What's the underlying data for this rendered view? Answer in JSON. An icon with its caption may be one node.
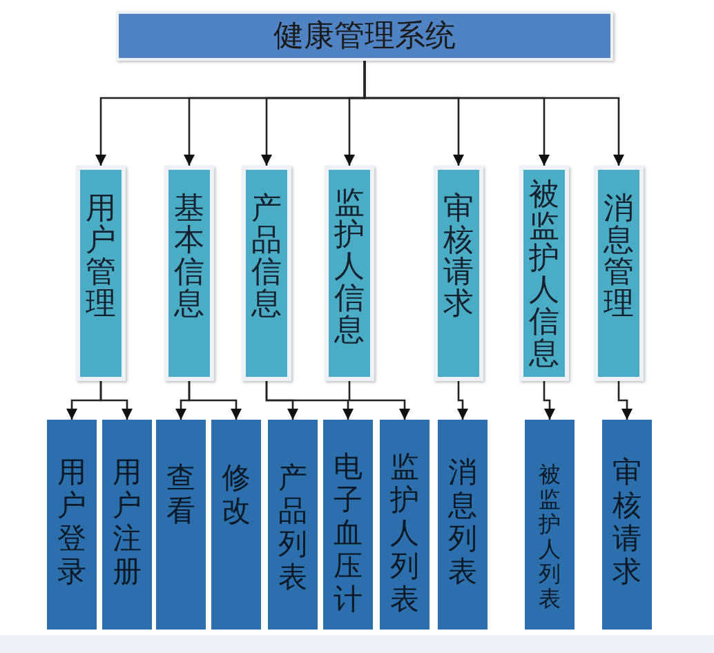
{
  "diagram": {
    "nodes": [
      {
        "text": [
          "健康管理系统"
        ]
      },
      {
        "text": [
          "用户管理"
        ]
      },
      {
        "text": [
          "基本信息"
        ]
      },
      {
        "text": [
          "产品信息"
        ]
      },
      {
        "text": [
          "监护人信息"
        ]
      },
      {
        "text": [
          "审核请求"
        ]
      },
      {
        "text": [
          "被监护人信息"
        ]
      },
      {
        "text": [
          "消息管理"
        ]
      },
      {
        "text": [
          "用户登录"
        ]
      },
      {
        "text": [
          "用户注册"
        ]
      },
      {
        "text": [
          "查看"
        ]
      },
      {
        "text": [
          "修改"
        ]
      },
      {
        "text": [
          "产品列表"
        ]
      },
      {
        "text": [
          "电子血压计"
        ]
      },
      {
        "text": [
          "监护人列表"
        ]
      },
      {
        "text": [
          "消息列表"
        ]
      },
      {
        "text": [
          "被监护人列表"
        ]
      },
      {
        "text": [
          "审核请求"
        ]
      }
    ],
    "edges": [
      {
        "from": 0,
        "to": 1,
        "arrow": "to"
      },
      {
        "from": 0,
        "to": 2,
        "arrow": "to"
      },
      {
        "from": 0,
        "to": 3,
        "arrow": "to"
      },
      {
        "from": 0,
        "to": 4,
        "arrow": "to"
      },
      {
        "from": 0,
        "to": 5,
        "arrow": "to"
      },
      {
        "from": 0,
        "to": 6,
        "arrow": "to"
      },
      {
        "from": 0,
        "to": 7,
        "arrow": "to"
      },
      {
        "from": 1,
        "to": 8,
        "arrow": "to"
      },
      {
        "from": 1,
        "to": 9,
        "arrow": "to"
      },
      {
        "from": 2,
        "to": 10,
        "arrow": "to"
      },
      {
        "from": 2,
        "to": 11,
        "arrow": "to"
      },
      {
        "from": 3,
        "to": 12,
        "arrow": "to"
      },
      {
        "from": 3,
        "to": 13,
        "arrow": "to"
      },
      {
        "from": 4,
        "to": 14,
        "arrow": "to"
      },
      {
        "from": 5,
        "to": 15,
        "arrow": "to"
      },
      {
        "from": 6,
        "to": 16,
        "arrow": "to"
      },
      {
        "from": 7,
        "to": 17,
        "arrow": "to"
      }
    ]
  }
}
